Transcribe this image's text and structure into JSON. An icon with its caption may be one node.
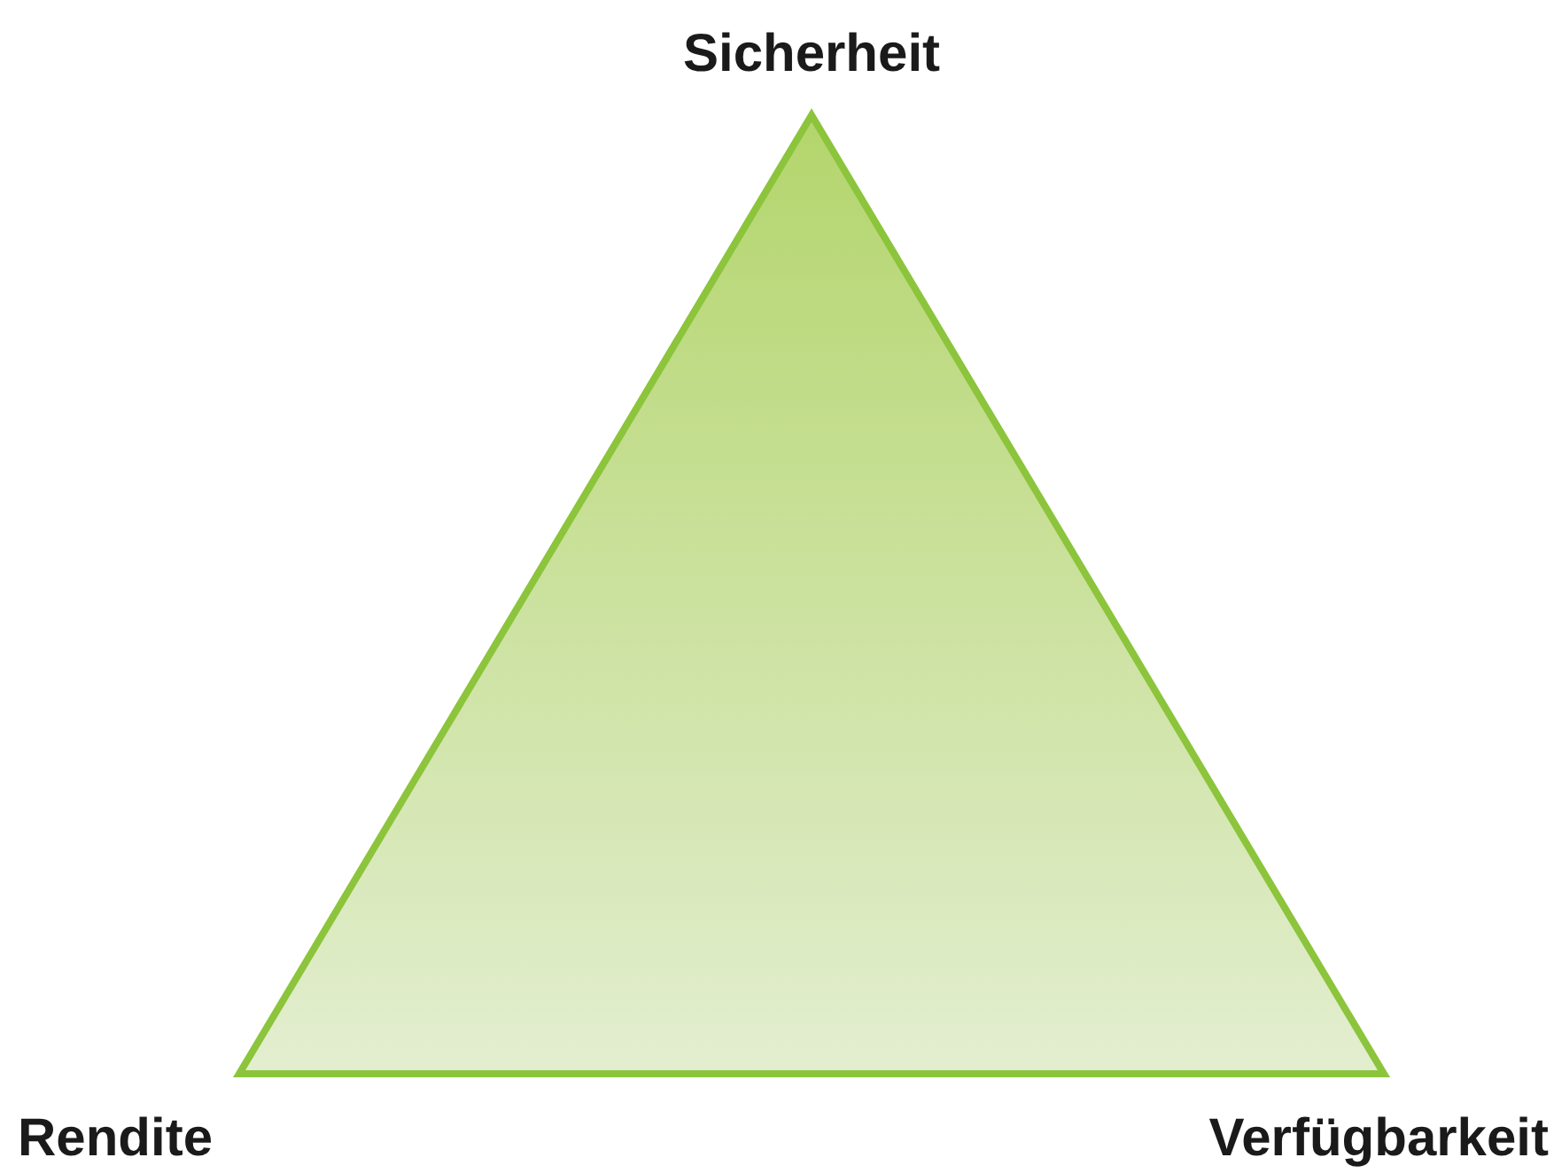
{
  "diagram": {
    "labels": [
      "Sicherheit",
      "Rendite",
      "Verfügbarkeit"
    ]
  }
}
